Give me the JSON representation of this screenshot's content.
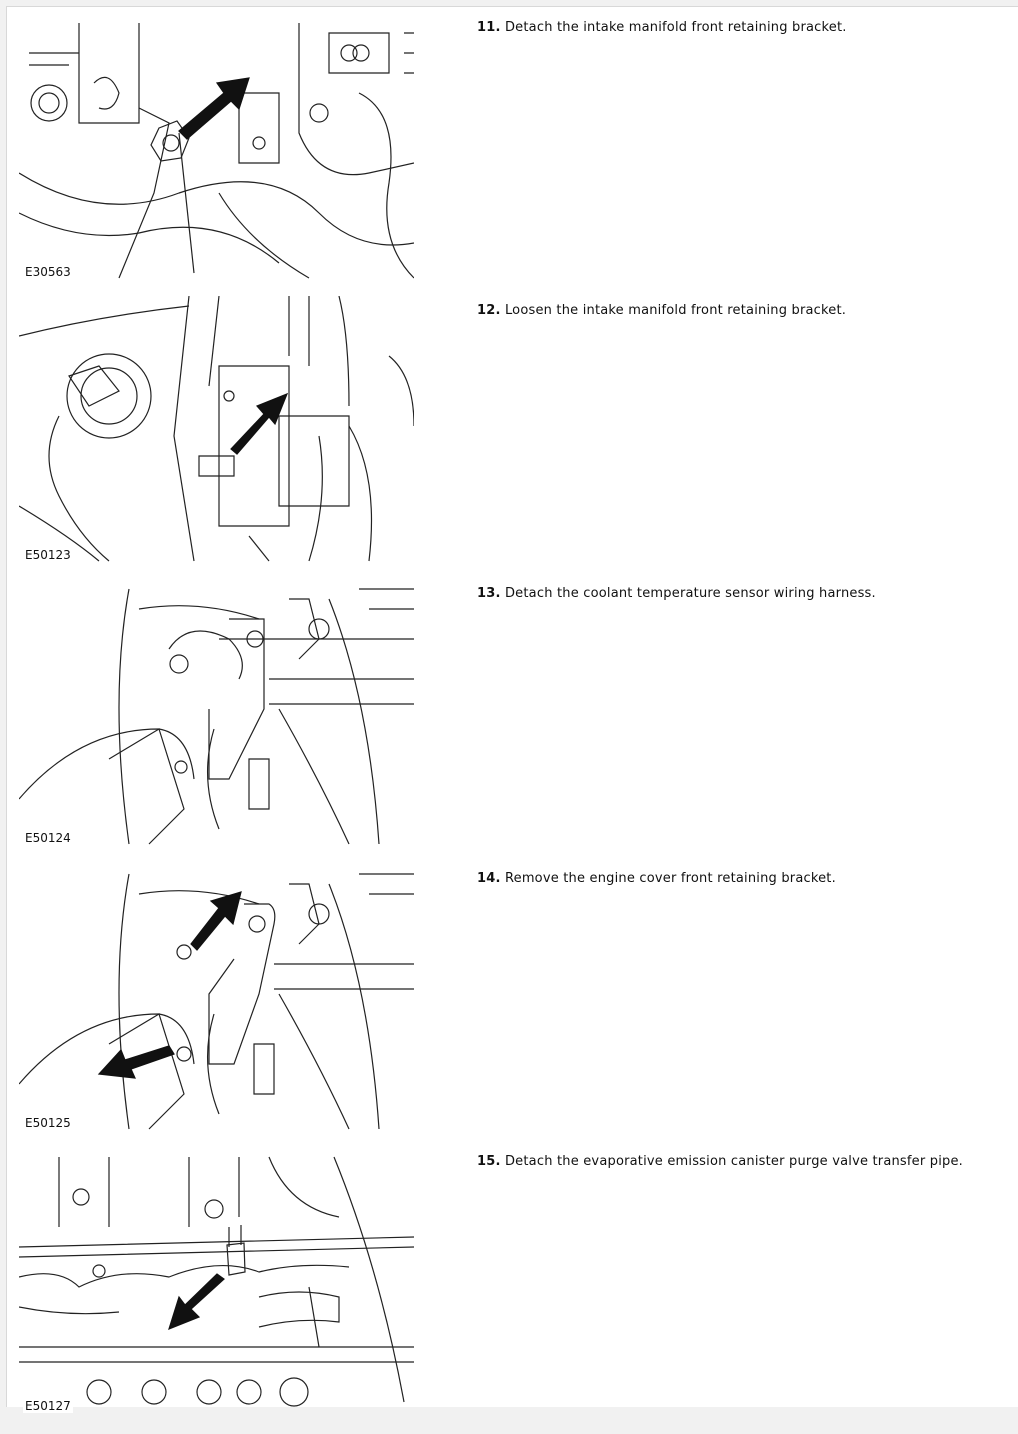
{
  "steps": [
    {
      "number": "11.",
      "text": " Detach the intake manifold front retaining bracket.",
      "figure": "E30563"
    },
    {
      "number": "12.",
      "text": " Loosen the intake manifold front retaining bracket.",
      "figure": "E50123"
    },
    {
      "number": "13.",
      "text": " Detach the coolant temperature sensor wiring harness.",
      "figure": "E50124"
    },
    {
      "number": "14.",
      "text": " Remove the engine cover front retaining bracket.",
      "figure": "E50125"
    },
    {
      "number": "15.",
      "text": " Detach the evaporative emission canister purge valve transfer pipe.",
      "figure": "E50127"
    }
  ]
}
